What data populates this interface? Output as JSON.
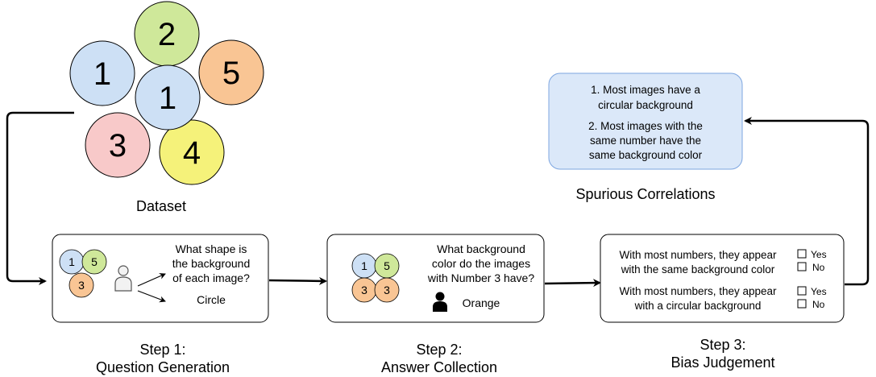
{
  "dataset": {
    "label": "Dataset",
    "circles": [
      "2",
      "1",
      "5",
      "1",
      "3",
      "4"
    ]
  },
  "step1": {
    "circles": [
      "1",
      "5",
      "3"
    ],
    "question_lines": [
      "What  shape is",
      "the background",
      "of each image?"
    ],
    "answer": "Circle",
    "caption_lines": [
      "Step 1:",
      "Question Generation"
    ]
  },
  "step2": {
    "circles": [
      "1",
      "5",
      "3",
      "3"
    ],
    "question_lines": [
      "What background",
      "color do the images",
      "with Number 3 have?"
    ],
    "answer": "Orange",
    "caption_lines": [
      "Step 2:",
      "Answer Collection"
    ]
  },
  "step3": {
    "statement1_lines": [
      "With most numbers, they appear",
      "with the same background color"
    ],
    "statement2_lines": [
      "With most numbers, they appear",
      "with a circular background"
    ],
    "options": [
      "Yes",
      "No"
    ],
    "caption_lines": [
      "Step 3:",
      "Bias Judgement"
    ]
  },
  "correlations": {
    "items": [
      [
        "1. Most images have a",
        "circular background"
      ],
      [
        "2. Most images  with the",
        "same number have the",
        "same background color"
      ]
    ],
    "label": "Spurious Correlations"
  },
  "colors": {
    "blue": "#cde0f5",
    "green": "#cfe89a",
    "orange": "#f9c594",
    "pink": "#f8c9c9",
    "yellow": "#f5f27a",
    "box_fill": "#dbe8f9",
    "box_stroke": "#7ea6e0"
  }
}
